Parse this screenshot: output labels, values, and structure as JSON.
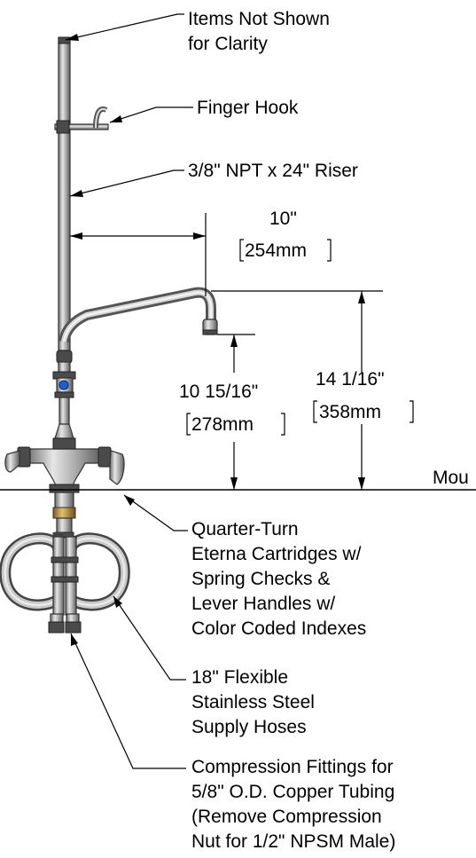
{
  "callouts": {
    "items_not_shown": [
      "Items Not Shown",
      "for Clarity"
    ],
    "finger_hook": "Finger Hook",
    "riser": "3/8\" NPT x 24\" Riser",
    "cartridges": [
      "Quarter-Turn",
      "Eterna Cartridges w/",
      "Spring Checks &",
      "Lever Handles w/",
      "Color Coded Indexes"
    ],
    "hoses": [
      "18\" Flexible",
      "Stainless Steel",
      "Supply Hoses"
    ],
    "fittings": [
      "Compression Fittings for",
      "5/8\" O.D. Copper Tubing",
      "(Remove Compression",
      "Nut for 1/2\" NPSM Male)"
    ]
  },
  "dimensions": {
    "reach": {
      "imperial": "10\"",
      "metric": "254mm"
    },
    "spout_height": {
      "imperial": "10 15/16\"",
      "metric": "278mm"
    },
    "overall_height": {
      "imperial": "14 1/16\"",
      "metric": "358mm"
    }
  },
  "mounting_label": "Mou",
  "colors": {
    "line": "#000000",
    "index_blue": "#1f5fd6",
    "steel": "#a8a8a8",
    "brass": "#c9a24a"
  }
}
